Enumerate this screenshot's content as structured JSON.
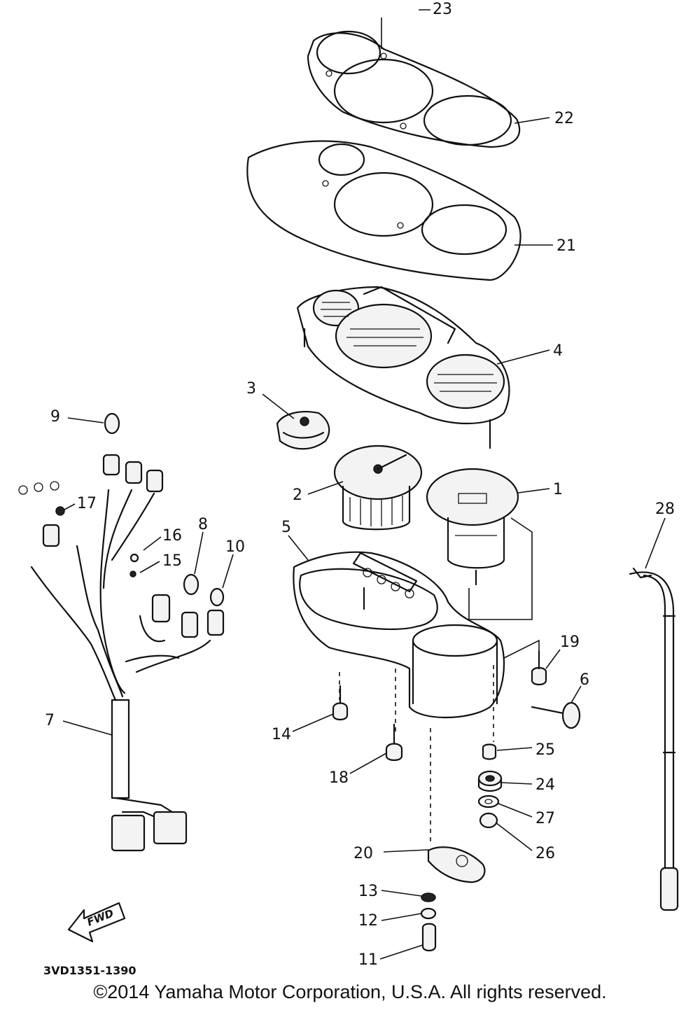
{
  "callouts": {
    "c1": "1",
    "c2": "2",
    "c3": "3",
    "c4": "4",
    "c5": "5",
    "c6": "6",
    "c7": "7",
    "c8": "8",
    "c9": "9",
    "c10": "10",
    "c11": "11",
    "c12": "12",
    "c13": "13",
    "c14": "14",
    "c15": "15",
    "c16": "16",
    "c17": "17",
    "c18": "18",
    "c19": "19",
    "c20": "20",
    "c21": "21",
    "c22": "22",
    "c23": "23",
    "c24": "24",
    "c25": "25",
    "c26": "26",
    "c27": "27",
    "c28": "28"
  },
  "drawing_code": "3VD1351-1390",
  "fwd_label": "FWD",
  "copyright": "©2014 Yamaha Motor Corporation, U.S.A. All rights reserved."
}
